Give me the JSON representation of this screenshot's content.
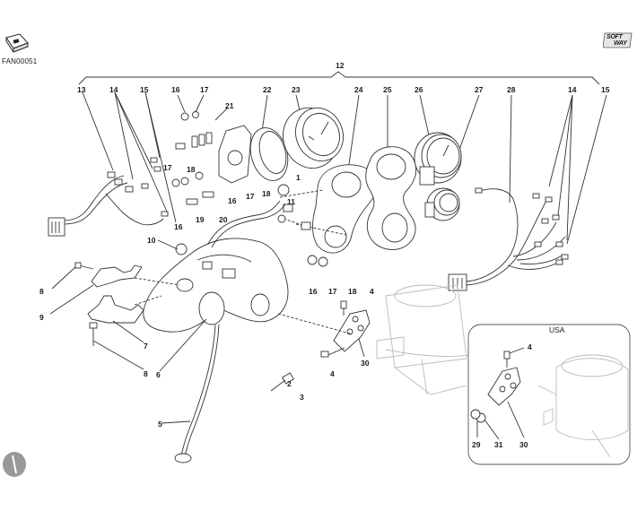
{
  "diagram": {
    "code": "FAN00051",
    "brand_top": "SOFT",
    "brand_bottom": "WAY",
    "region_label": "USA",
    "callouts": [
      {
        "id": "12",
        "label": "12"
      },
      {
        "id": "13",
        "label": "13"
      },
      {
        "id": "14a",
        "label": "14"
      },
      {
        "id": "15a",
        "label": "15"
      },
      {
        "id": "16a",
        "label": "16"
      },
      {
        "id": "17a",
        "label": "17"
      },
      {
        "id": "21",
        "label": "21"
      },
      {
        "id": "22",
        "label": "22"
      },
      {
        "id": "23",
        "label": "23"
      },
      {
        "id": "24",
        "label": "24"
      },
      {
        "id": "25",
        "label": "25"
      },
      {
        "id": "26",
        "label": "26"
      },
      {
        "id": "27",
        "label": "27"
      },
      {
        "id": "28",
        "label": "28"
      },
      {
        "id": "14b",
        "label": "14"
      },
      {
        "id": "15b",
        "label": "15"
      },
      {
        "id": "17b",
        "label": "17"
      },
      {
        "id": "18a",
        "label": "18"
      },
      {
        "id": "1",
        "label": "1"
      },
      {
        "id": "18b",
        "label": "18"
      },
      {
        "id": "16b",
        "label": "16"
      },
      {
        "id": "19",
        "label": "19"
      },
      {
        "id": "20",
        "label": "20"
      },
      {
        "id": "16c",
        "label": "16"
      },
      {
        "id": "17c",
        "label": "17"
      },
      {
        "id": "11",
        "label": "11"
      },
      {
        "id": "10",
        "label": "10"
      },
      {
        "id": "16d",
        "label": "16"
      },
      {
        "id": "17d",
        "label": "17"
      },
      {
        "id": "18c",
        "label": "18"
      },
      {
        "id": "4a",
        "label": "4"
      },
      {
        "id": "8a",
        "label": "8"
      },
      {
        "id": "9",
        "label": "9"
      },
      {
        "id": "7",
        "label": "7"
      },
      {
        "id": "8b",
        "label": "8"
      },
      {
        "id": "6",
        "label": "6"
      },
      {
        "id": "30a",
        "label": "30"
      },
      {
        "id": "4b",
        "label": "4"
      },
      {
        "id": "2",
        "label": "2"
      },
      {
        "id": "3",
        "label": "3"
      },
      {
        "id": "5",
        "label": "5"
      },
      {
        "id": "4c",
        "label": "4"
      },
      {
        "id": "29",
        "label": "29"
      },
      {
        "id": "31",
        "label": "31"
      },
      {
        "id": "30b",
        "label": "30"
      }
    ]
  }
}
